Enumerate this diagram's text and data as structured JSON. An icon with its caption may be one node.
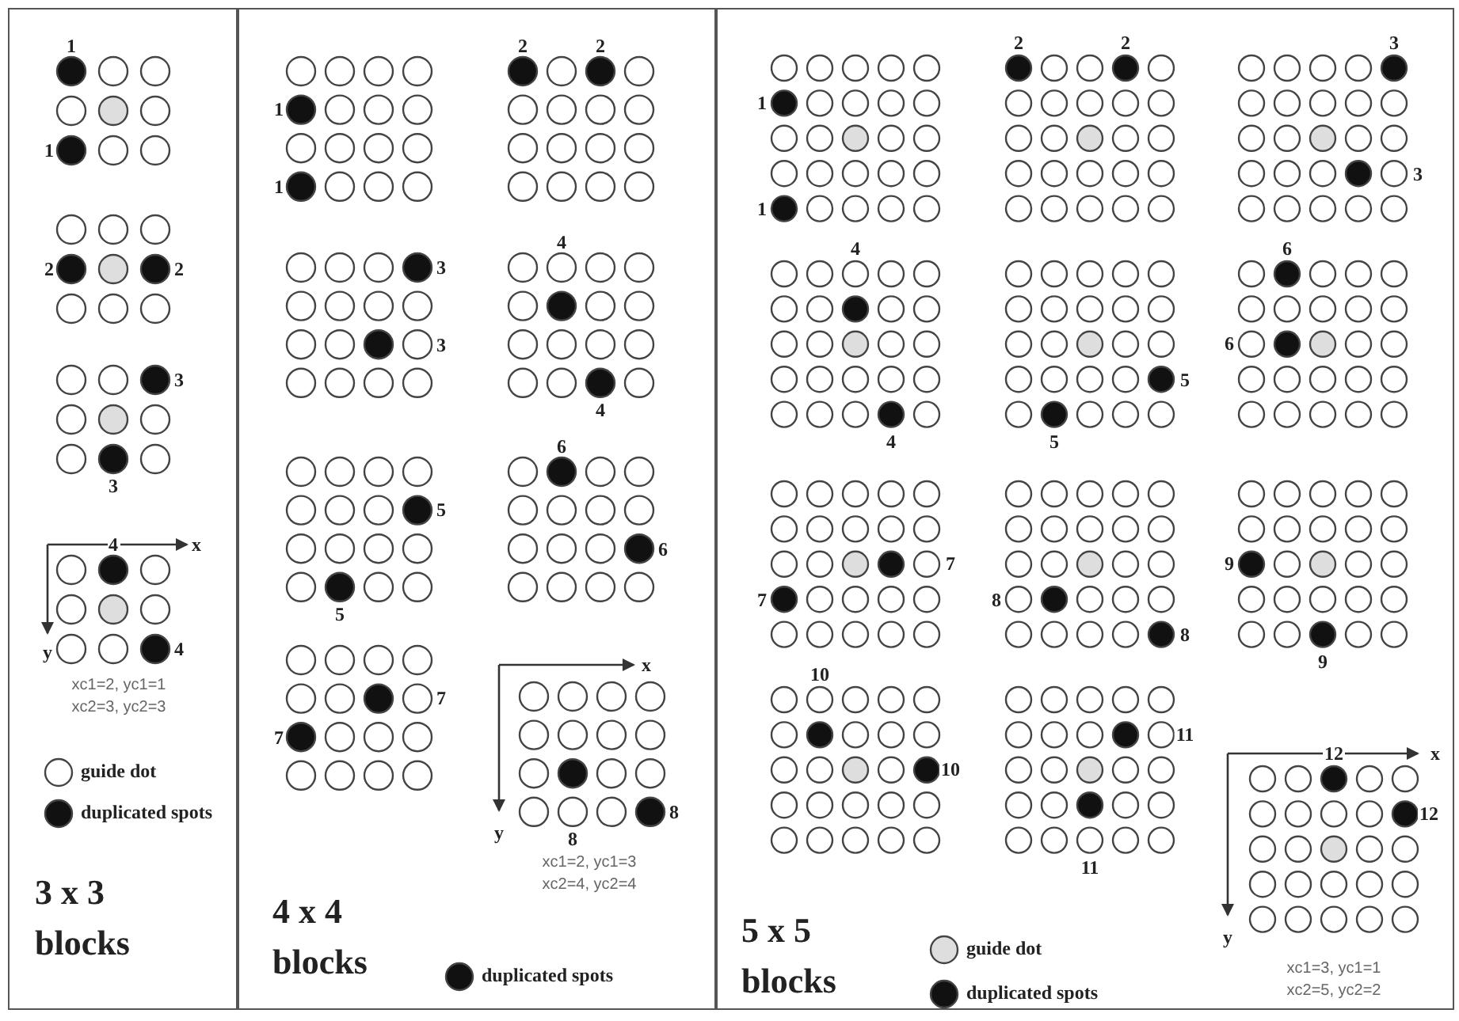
{
  "diagram": {
    "labels": [
      "1",
      "1",
      "2",
      "2",
      "3",
      "3",
      "4",
      "x",
      "y",
      "4",
      "xc1=2, yc1=1",
      "xc2=3, yc2=3",
      "3 x 3 blocks",
      "1",
      "1",
      "2",
      "2",
      "3",
      "4",
      "3",
      "4",
      "6",
      "5",
      "6",
      "5",
      "x",
      "7",
      "7",
      "y",
      "8",
      "8",
      "xc1=2, yc1=3",
      "xc2=4, yc2=4",
      "4 x 4 blocks",
      "2",
      "2",
      "3",
      "1",
      "3",
      "1",
      "4",
      "6",
      "6",
      "5",
      "4",
      "5",
      "7",
      "9",
      "7",
      "8",
      "8",
      "9",
      "10",
      "11",
      "12",
      "x",
      "10",
      "12",
      "11",
      "y",
      "5 x 5 blocks",
      "xc1=3, yc1=1",
      "xc2=5, yc2=2"
    ],
    "legend": [
      {
        "text": "guide dot"
      },
      {
        "text": "duplicated spots",
        "color": "#111111"
      },
      {
        "text": "duplicated spots",
        "color": "#111111"
      },
      {
        "text": "guide dot"
      },
      {
        "text": "duplicated spots",
        "color": "#111111"
      }
    ]
  }
}
